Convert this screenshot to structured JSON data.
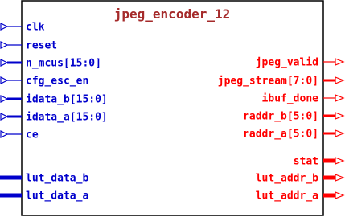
{
  "block": {
    "title": "jpeg_encoder_12",
    "colors": {
      "border": "#000000",
      "title": "#a52a2a",
      "input": "#0000cc",
      "output": "#ff0000"
    }
  },
  "inputs": [
    {
      "name": "clk",
      "bus": false
    },
    {
      "name": "reset",
      "bus": false
    },
    {
      "name": "n_mcus[15:0]",
      "bus": true
    },
    {
      "name": "cfg_esc_en",
      "bus": false
    },
    {
      "name": "idata_b[15:0]",
      "bus": true
    },
    {
      "name": "idata_a[15:0]",
      "bus": true
    },
    {
      "name": "ce",
      "bus": false
    },
    {
      "name": "lut_data_b",
      "bus": true,
      "wide": true
    },
    {
      "name": "lut_data_a",
      "bus": true,
      "wide": true
    }
  ],
  "outputs": [
    {
      "name": "jpeg_valid",
      "bus": false
    },
    {
      "name": "jpeg_stream[7:0]",
      "bus": true
    },
    {
      "name": "ibuf_done",
      "bus": false
    },
    {
      "name": "raddr_b[5:0]",
      "bus": true
    },
    {
      "name": "raddr_a[5:0]",
      "bus": true
    },
    {
      "name": "stat",
      "bus": true,
      "wide": true
    },
    {
      "name": "lut_addr_b",
      "bus": true,
      "wide": true
    },
    {
      "name": "lut_addr_a",
      "bus": true,
      "wide": true
    }
  ]
}
